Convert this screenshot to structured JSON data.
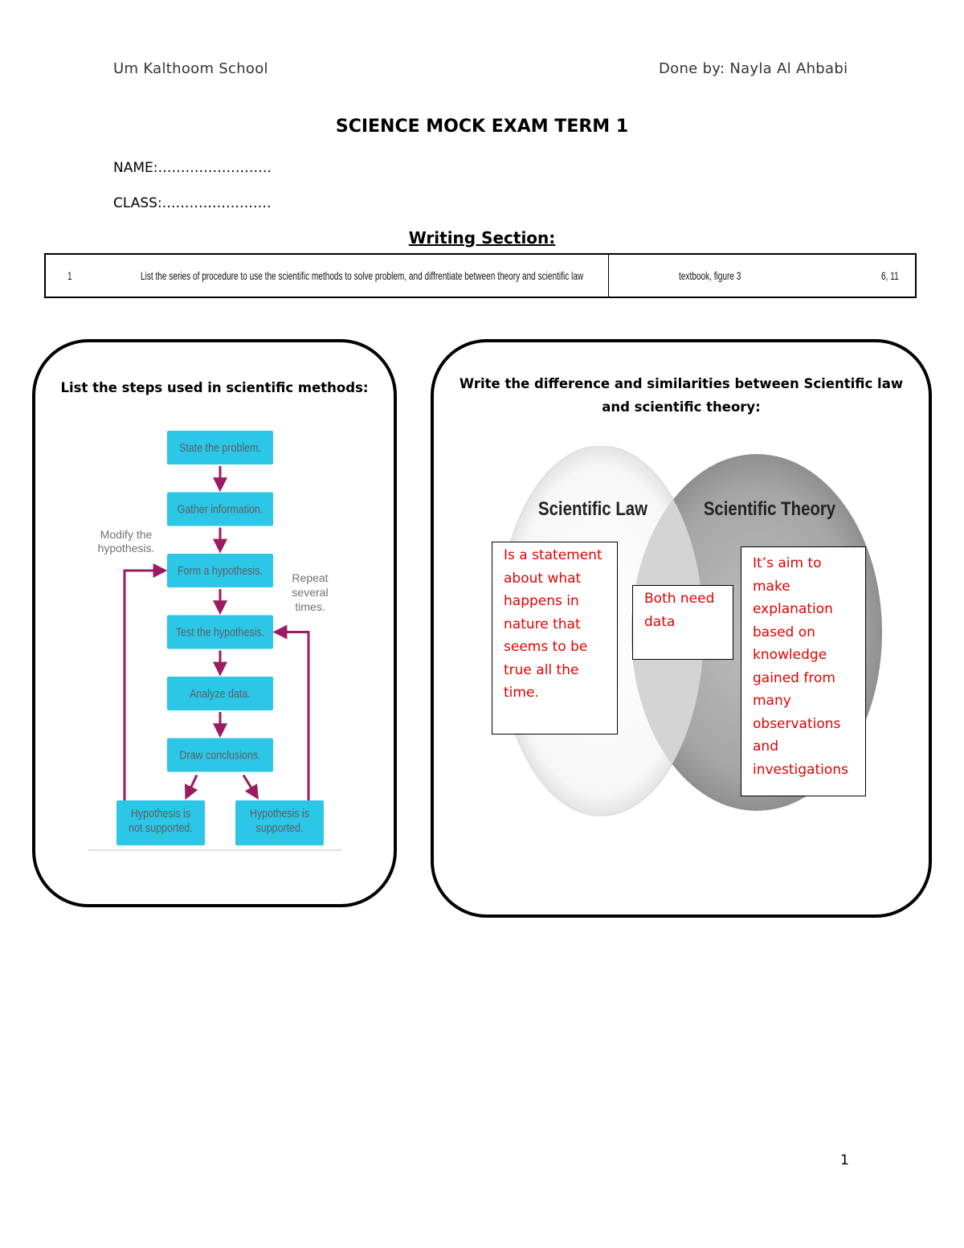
{
  "header": {
    "school": "Um Kalthoom School",
    "author": "Done by: Nayla Al Ahbabi"
  },
  "title": "SCIENCE MOCK EXAM TERM 1",
  "fields": {
    "name": "NAME:…………………….",
    "class": "CLASS:……………………"
  },
  "section_heading": "Writing Section:",
  "requirement_row": {
    "number": "1",
    "description": "List the series of procedure to use the scientific methods to solve problem, and diffrentiate between theory and scientific law",
    "reference": "textbook, figure 3",
    "pages": "6, 11"
  },
  "left_panel": {
    "heading": "List the steps used in scientific methods:",
    "flowchart": {
      "steps": [
        "State the problem.",
        "Gather information.",
        "Form a hypothesis.",
        "Test the hypothesis.",
        "Analyze data.",
        "Draw conclusions."
      ],
      "outcomes": [
        [
          "Hypothesis is",
          "not supported."
        ],
        [
          "Hypothesis is",
          "supported."
        ]
      ],
      "left_note": [
        "Modify the",
        "hypothesis."
      ],
      "right_note": [
        "Repeat",
        "several",
        "times."
      ],
      "box_color": "#2cc6e6",
      "arrow_color": "#9b1b62"
    }
  },
  "right_panel": {
    "heading_line1": "Write the difference and similarities between Scientific law",
    "heading_line2": "and scientific theory:",
    "venn": {
      "left_label": "Scientific Law",
      "right_label": "Scientific Theory",
      "law_answer": "Is a statement about what happens in nature that seems to be true all the time.",
      "both_answer": "Both need data",
      "theory_answer": "It’s aim to make explanation based on knowledge gained from many observations and investigations",
      "answer_color": "#e30000"
    }
  },
  "page_number": "1"
}
